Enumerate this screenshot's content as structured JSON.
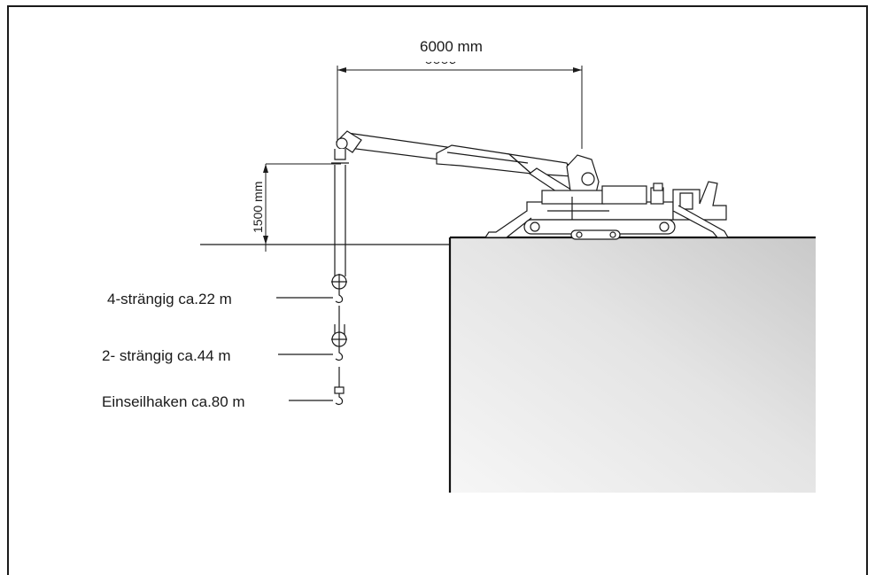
{
  "dimensions": {
    "horizontal_reach": "6000 mm",
    "height_above_edge": "1500 mm"
  },
  "hook_labels": [
    "4-strängig ca.22 m",
    "2- strängig ca.44 m",
    "Einseilhaken ca.80 m"
  ],
  "colors": {
    "line": "#1a1a1a",
    "block_light": "#f7f7f7",
    "block_dark": "#cfcfcf",
    "block_edge": "#111111"
  }
}
